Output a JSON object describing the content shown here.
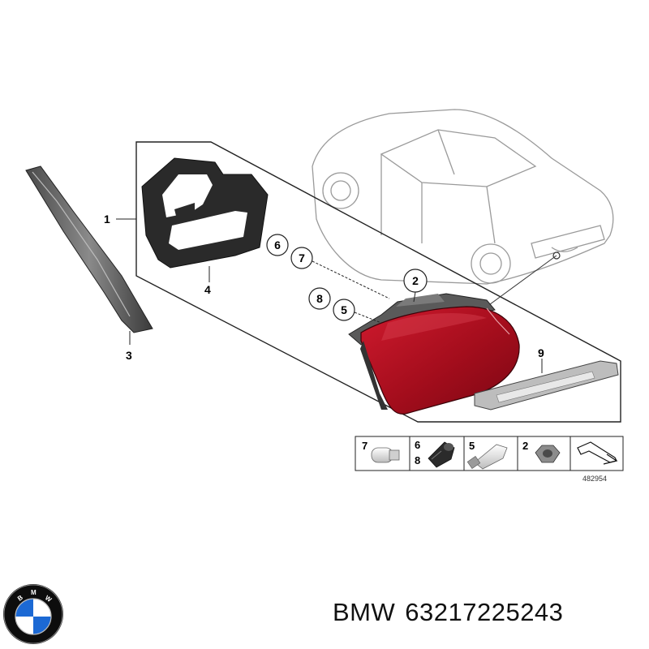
{
  "diagram": {
    "callouts": {
      "c1": "1",
      "c2": "2",
      "c3": "3",
      "c4": "4",
      "c5": "5",
      "c6": "6",
      "c7": "7",
      "c8": "8",
      "c9": "9"
    },
    "legend": {
      "items": [
        {
          "labels": [
            "7"
          ]
        },
        {
          "labels": [
            "6",
            "8"
          ]
        },
        {
          "labels": [
            "5"
          ]
        },
        {
          "labels": [
            "2"
          ]
        }
      ],
      "code": "482954"
    }
  },
  "logo": {
    "text": "BMW",
    "colors": {
      "blue": "#1c69d4",
      "white": "#ffffff",
      "ring": "#111111"
    }
  },
  "caption": {
    "brand": "BMW",
    "part_number": "63217225243"
  },
  "colors": {
    "lens_red": "#b0101f",
    "housing_grey": "#6a6a6a",
    "line": "#222222"
  }
}
